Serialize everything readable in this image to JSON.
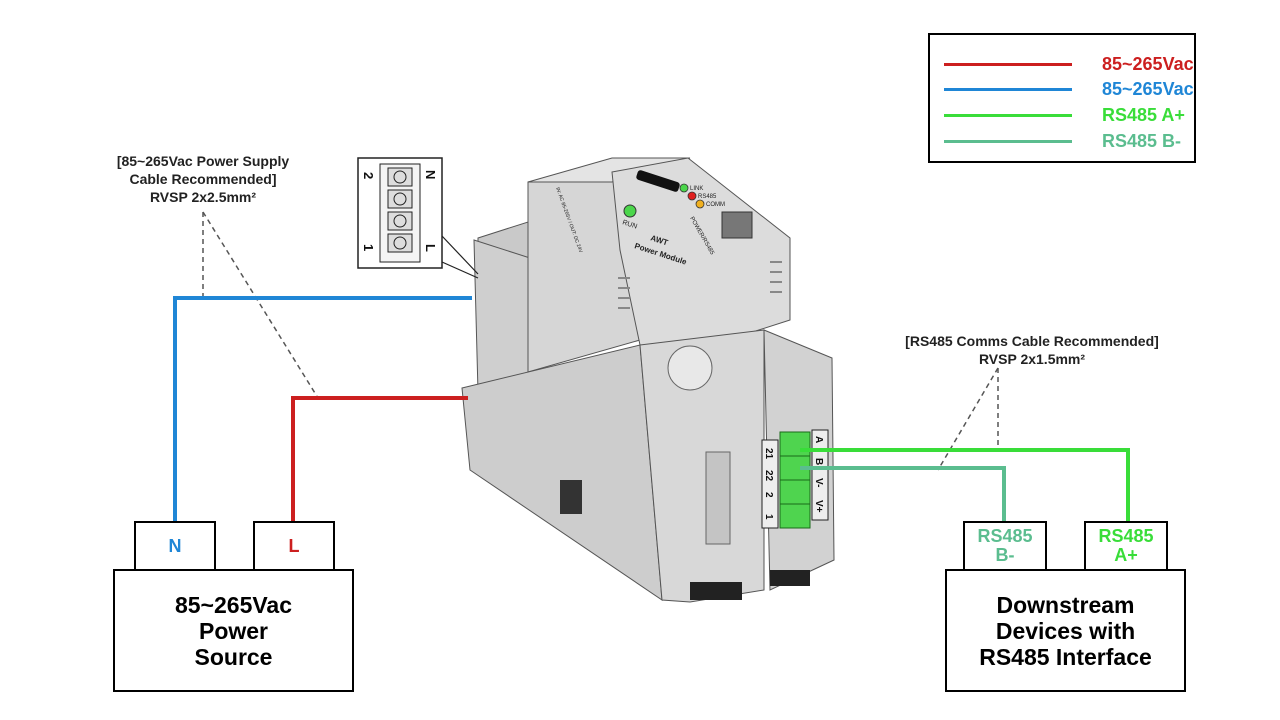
{
  "colors": {
    "red": "#cc1f1f",
    "blue": "#1f86d6",
    "green": "#39dd39",
    "teal": "#5bbd8f",
    "device_body": "#d3d3d3",
    "terminal_green": "#4fd44f",
    "led_green": "#4cd64c"
  },
  "legend": {
    "items": [
      {
        "text": "85~265Vac",
        "color": "#cc1f1f"
      },
      {
        "text": "85~265Vac",
        "color": "#1f86d6"
      },
      {
        "text": "RS485 A+",
        "color": "#39dd39"
      },
      {
        "text": "RS485 B-",
        "color": "#5bbd8f"
      }
    ]
  },
  "power_note": {
    "line1": "[85~265Vac Power Supply",
    "line2": "Cable Recommended]",
    "line3": "RVSP 2x2.5mm²"
  },
  "rs485_note": {
    "line1": "[RS485 Comms Cable Recommended]",
    "line2": "RVSP 2x1.5mm²"
  },
  "power_source": {
    "line1": "85~265Vac",
    "line2": "Power",
    "line3": "Source",
    "terminal_n": "N",
    "terminal_l": "L"
  },
  "downstream": {
    "line1": "Downstream",
    "line2": "Devices with",
    "line3": "RS485 Interface",
    "terminal_b_line1": "RS485",
    "terminal_b_line2": "B-",
    "terminal_a_line1": "RS485",
    "terminal_a_line2": "A+"
  },
  "inset": {
    "left_top": "2",
    "left_bottom": "1",
    "right_top": "N",
    "right_bottom": "L"
  },
  "device": {
    "label_top": "AWT",
    "label_bottom": "Power Module",
    "run_label": "RUN",
    "link_label": "LINK",
    "rs485_label": "RS485",
    "comm_label": "COMM",
    "port_label": "POWER/RS485",
    "spec_text": "IN: AC 85-265V / OUT: DC 24V",
    "terminal_labels_left": [
      "21",
      "22",
      "2",
      "1"
    ],
    "terminal_labels_right": [
      "A",
      "B",
      "V-",
      "V+"
    ]
  }
}
